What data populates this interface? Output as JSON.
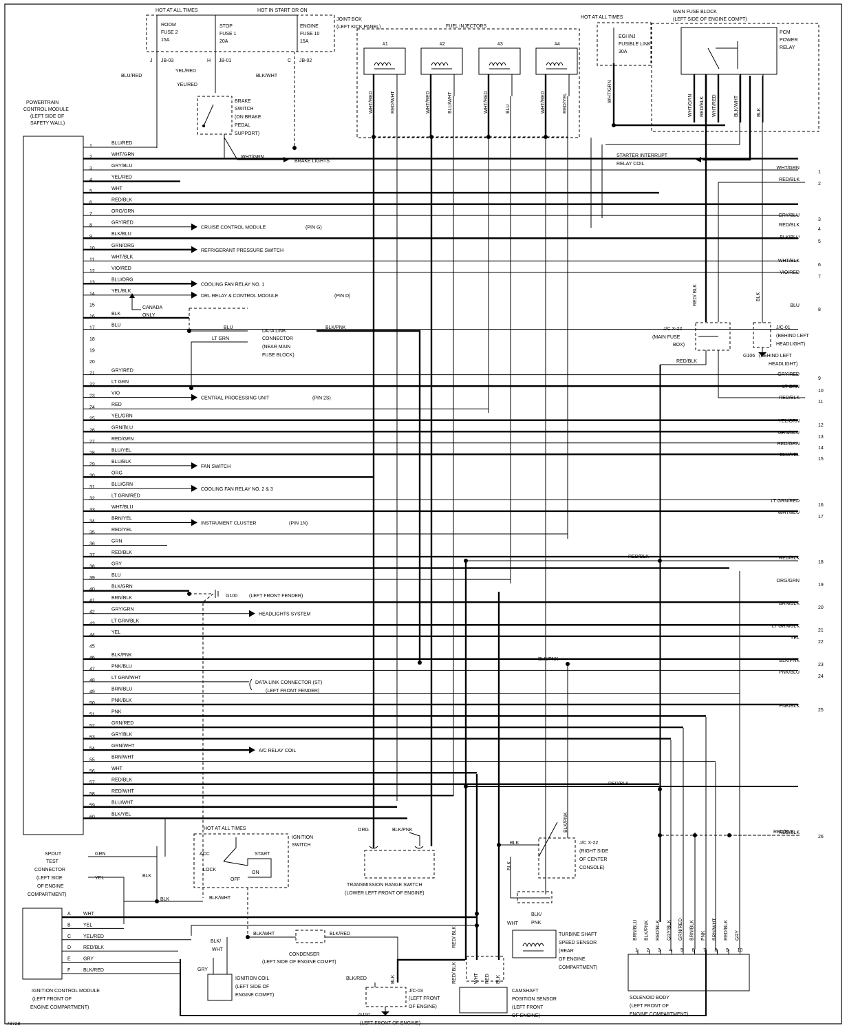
{
  "figure_id": "73728",
  "pcm": {
    "title": [
      "POWERTRAIN",
      "CONTROL MODULE",
      "(LEFT SIDE OF",
      "SAFETY WALL)"
    ]
  },
  "pins": [
    {
      "n": "1",
      "c": "BLU/RED"
    },
    {
      "n": "2",
      "c": "WHT/GRN"
    },
    {
      "n": "3",
      "c": "GRY/BLU"
    },
    {
      "n": "4",
      "c": "YEL/RED"
    },
    {
      "n": "5",
      "c": "WHT"
    },
    {
      "n": "6",
      "c": "RED/BLK"
    },
    {
      "n": "7",
      "c": "ORG/GRN"
    },
    {
      "n": "8",
      "c": "GRY/RED"
    },
    {
      "n": "9",
      "c": "BLK/BLU"
    },
    {
      "n": "10",
      "c": "GRN/ORG"
    },
    {
      "n": "11",
      "c": "WHT/BLK"
    },
    {
      "n": "12",
      "c": "VIO/RED"
    },
    {
      "n": "13",
      "c": "BLU/ORG"
    },
    {
      "n": "14",
      "c": "YEL/BLK"
    },
    {
      "n": "15",
      "c": ""
    },
    {
      "n": "16",
      "c": "BLK"
    },
    {
      "n": "17",
      "c": "BLU"
    },
    {
      "n": "18",
      "c": ""
    },
    {
      "n": "19",
      "c": ""
    },
    {
      "n": "20",
      "c": ""
    },
    {
      "n": "21",
      "c": "GRY/RED"
    },
    {
      "n": "22",
      "c": "LT GRN"
    },
    {
      "n": "23",
      "c": "VIO"
    },
    {
      "n": "24",
      "c": "RED"
    },
    {
      "n": "25",
      "c": "YEL/GRN"
    },
    {
      "n": "26",
      "c": "GRN/BLU"
    },
    {
      "n": "27",
      "c": "RED/GRN"
    },
    {
      "n": "28",
      "c": "BLU/YEL"
    },
    {
      "n": "29",
      "c": "BLU/BLK"
    },
    {
      "n": "30",
      "c": "ORG"
    },
    {
      "n": "31",
      "c": "BLU/GRN"
    },
    {
      "n": "32",
      "c": "LT GRN/RED"
    },
    {
      "n": "33",
      "c": "WHT/BLU"
    },
    {
      "n": "34",
      "c": "BRN/YEL"
    },
    {
      "n": "35",
      "c": "RED/YEL"
    },
    {
      "n": "36",
      "c": "GRN"
    },
    {
      "n": "37",
      "c": "RED/BLK"
    },
    {
      "n": "38",
      "c": "GRY"
    },
    {
      "n": "39",
      "c": "BLU"
    },
    {
      "n": "40",
      "c": "BLK/GRN"
    },
    {
      "n": "41",
      "c": "BRN/BLK"
    },
    {
      "n": "42",
      "c": "GRY/GRN"
    },
    {
      "n": "43",
      "c": "LT GRN/BLK"
    },
    {
      "n": "44",
      "c": "YEL"
    },
    {
      "n": "45",
      "c": ""
    },
    {
      "n": "46",
      "c": "BLK/PNK"
    },
    {
      "n": "47",
      "c": "PNK/BLU"
    },
    {
      "n": "48",
      "c": "LT GRN/WHT"
    },
    {
      "n": "49",
      "c": "BRN/BLU"
    },
    {
      "n": "50",
      "c": "PNK/BLK"
    },
    {
      "n": "51",
      "c": "PNK"
    },
    {
      "n": "52",
      "c": "GRN/RED"
    },
    {
      "n": "53",
      "c": "GRY/BLK"
    },
    {
      "n": "54",
      "c": "GRN/WHT"
    },
    {
      "n": "55",
      "c": "BRN/WHT"
    },
    {
      "n": "56",
      "c": "WHT"
    },
    {
      "n": "57",
      "c": "RED/BLK"
    },
    {
      "n": "58",
      "c": "RED/WHT"
    },
    {
      "n": "59",
      "c": "BLU/WHT"
    },
    {
      "n": "60",
      "c": "BLK/YEL"
    }
  ],
  "arrow_targets": [
    {
      "pin": "8",
      "label": "CRUISE CONTROL MODULE",
      "pinref": "(PIN G)"
    },
    {
      "pin": "10",
      "label": "REFRIGERANT PRESSURE SWITCH",
      "pinref": ""
    },
    {
      "pin": "13",
      "label": "COOLING FAN RELAY NO. 1",
      "pinref": ""
    },
    {
      "pin": "14",
      "label": "DRL RELAY & CONTROL MODULE",
      "pinref": "(PIN D)"
    },
    {
      "pin": "23",
      "label": "CENTRAL PROCESSING UNIT",
      "pinref": "(PIN 2S)"
    },
    {
      "pin": "29",
      "label": "FAN SWITCH",
      "pinref": ""
    },
    {
      "pin": "31",
      "label": "COOLING FAN RELAY NO. 2 & 3",
      "pinref": ""
    },
    {
      "pin": "34",
      "label": "INSTRUMENT CLUSTER",
      "pinref": "(PIN 1N)"
    },
    {
      "pin": "42",
      "label": "HEADLIGHTS SYSTEM",
      "pinref": ""
    },
    {
      "pin": "54",
      "label": "A/C RELAY COIL",
      "pinref": ""
    }
  ],
  "canada_only": "CANADA ONLY",
  "right_connector": [
    {
      "n": "1",
      "c": "WHT/GRN"
    },
    {
      "n": "2",
      "c": "RED/BLK"
    },
    {
      "n": "3",
      "c": "GRY/BLU"
    },
    {
      "n": "4",
      "c": "RED/BLK"
    },
    {
      "n": "5",
      "c": "BLK/BLU"
    },
    {
      "n": "6",
      "c": "WHT/BLK"
    },
    {
      "n": "7",
      "c": "VIO/RED"
    },
    {
      "n": "8",
      "c": "BLU"
    },
    {
      "n": "9",
      "c": "GRY/RED"
    },
    {
      "n": "10",
      "c": "LT GRN"
    },
    {
      "n": "11",
      "c": "RED/BLK"
    },
    {
      "n": "12",
      "c": "YEL/GRN"
    },
    {
      "n": "13",
      "c": "GRN/BLU"
    },
    {
      "n": "14",
      "c": "RED/GRN"
    },
    {
      "n": "15",
      "c": "BLU/YEL"
    },
    {
      "n": "16",
      "c": "LT GRN/RED"
    },
    {
      "n": "17",
      "c": "WHT/BLU"
    },
    {
      "n": "18",
      "c": "RED/BLK"
    },
    {
      "n": "19",
      "c": "ORG/GRN"
    },
    {
      "n": "20",
      "c": "BRN/BLK"
    },
    {
      "n": "21",
      "c": "LT GRN/BLK"
    },
    {
      "n": "22",
      "c": "YEL"
    },
    {
      "n": "23",
      "c": "BLK/PNK"
    },
    {
      "n": "24",
      "c": "PNK/BLU"
    },
    {
      "n": "25",
      "c": "PNK/BLK"
    },
    {
      "n": "26",
      "c": "RED/BLK"
    }
  ],
  "joint_box": {
    "hot_all": "HOT AT ALL TIMES",
    "hot_start": "HOT IN START OR ON",
    "title": [
      "JOINT BOX",
      "(LEFT KICK PANEL)"
    ],
    "fuses": [
      {
        "name": [
          "ROOM",
          "FUSE 2",
          "15A"
        ],
        "pin": "J",
        "jb": "JB-03",
        "wire": "BLU/RED"
      },
      {
        "name": [
          "STOP",
          "FUSE 1",
          "20A"
        ],
        "pin": "H",
        "jb": "JB-01",
        "wire": "YEL/RED"
      },
      {
        "name": [
          "ENGINE",
          "FUSE 10",
          "15A"
        ],
        "pin": "C",
        "jb": "JB-02",
        "wire": "BLK/WHT"
      }
    ]
  },
  "brake": {
    "wire_in": "YEL/RED",
    "label": [
      "BRAKE",
      "SWITCH",
      "(ON BRAKE",
      "PEDAL",
      "SUPPORT)"
    ],
    "wire_out": "WHT/GRN",
    "lights": "BRAKE LIGHTS"
  },
  "injectors": {
    "title": "FUEL INJECTORS",
    "items": [
      {
        "name": "#1",
        "w1": "WHT/RED",
        "w2": "RED/WHT"
      },
      {
        "name": "#2",
        "w1": "WHT/RED",
        "w2": "BLU/WHT"
      },
      {
        "name": "#3",
        "w1": "WHT/RED",
        "w2": "BLU"
      },
      {
        "name": "#4",
        "w1": "WHT/RED",
        "w2": "RED/YEL"
      }
    ]
  },
  "fusible": {
    "hot": "HOT AT ALL TIMES",
    "label": [
      "EGI INJ",
      "FUSIBLE LINK",
      "30A"
    ],
    "wire": "WHT/GRN"
  },
  "main_fuse": {
    "title": [
      "MAIN FUSE BLOCK",
      "(LEFT SIDE OF ENGINE COMPT)"
    ],
    "relay": [
      "PCM",
      "POWER",
      "RELAY"
    ],
    "wires": [
      "WHT/GRN",
      "RED/BLK",
      "WHT/RED",
      "BLK/WHT",
      "BLK"
    ]
  },
  "starter": [
    "STARTER INTERRUPT",
    "RELAY COIL"
  ],
  "dlc": {
    "wire1": "BLU",
    "wire2": "LT GRN",
    "label": [
      "DATA LINK",
      "CONNECTOR",
      "(NEAR MAIN",
      "FUSE BLOCK)"
    ],
    "out": "BLK/PNK"
  },
  "jc_x22_main": {
    "label": [
      "J/C X-22",
      "(MAIN FUSE",
      "BOX)"
    ],
    "wire_top": "RED/ BLK",
    "wire_out": "RED/BLK"
  },
  "jc_01": {
    "label": [
      "J/C-01",
      "(BEHIND LEFT",
      "HEADLIGHT)"
    ],
    "wire": "BLK",
    "ground": "G106",
    "ground_label": [
      "(BEHIND LEFT",
      "HEADLIGHT)"
    ]
  },
  "g100": {
    "name": "G100",
    "label": "(LEFT FRONT FENDER)"
  },
  "dlc_st": {
    "label": [
      "DATA LINK CONNECTOR (ST)",
      "(LEFT FRONT FENDER)"
    ]
  },
  "mid_labels": {
    "redblk37": "RED/BLK",
    "blkpnk46": "BLK/PNK",
    "redblk57": "RED/BLK",
    "redblk26": "RED/BLK"
  },
  "spout": {
    "label": [
      "SPOUT",
      "TEST",
      "CONNECTOR",
      "(LEFT SIDE",
      "OF ENGINE",
      "COMPARTMENT)"
    ],
    "w1": "GRN",
    "w2": "YEL",
    "blk": "BLK",
    "blk2": "BLK"
  },
  "icm": {
    "pins": [
      {
        "p": "A",
        "c": "WHT"
      },
      {
        "p": "B",
        "c": "YEL"
      },
      {
        "p": "C",
        "c": "YEL/RED"
      },
      {
        "p": "D",
        "c": "RED/BLK"
      },
      {
        "p": "E",
        "c": "GRY"
      },
      {
        "p": "F",
        "c": "BLK/RED"
      }
    ],
    "label": [
      "IGNITION CONTROL MODULE",
      "(LEFT FRONT OF",
      "ENGINE COMPARTMENT)"
    ]
  },
  "ign_switch": {
    "hot": "HOT AT ALL TIMES",
    "label": [
      "IGNITION",
      "SWITCH"
    ],
    "acc": "ACC",
    "lock": "LOCK",
    "off": "OFF",
    "on": "ON",
    "start": "START",
    "wire": "BLK/WHT"
  },
  "ign_coil": {
    "w1": [
      "BLK/",
      "WHT"
    ],
    "w2": "GRY",
    "label": [
      "IGNITION COIL",
      "(LEFT SIDE OF",
      "ENGINE COMPT)"
    ],
    "wbw": "BLK/WHT"
  },
  "condenser": {
    "label": [
      "CONDENSER",
      "(LEFT SIDE OF ENGINE COMPT)"
    ],
    "wire": "BLK/RED"
  },
  "trs": {
    "w1": "ORG",
    "w2": "BLK/PNK",
    "label": [
      "TRANSMISSION RANGE SWITCH",
      "(LOWER LEFT FRONT OF ENGINE)"
    ]
  },
  "jc_03": {
    "w1": "BLK/RED",
    "w2": "BLK",
    "label": [
      "J/C-03",
      "(LEFT FRONT",
      "OF ENGINE)"
    ],
    "ground": "G110",
    "ground_label": "(LEFT FRONT OF ENGINE)"
  },
  "cmp": {
    "wires": [
      "RED/ BLK",
      "RED/ BLK",
      "WHT",
      "RED",
      "BLK"
    ],
    "label": [
      "CAMSHAFT",
      "POSITION SENSOR",
      "(LEFT FRONT",
      "OF ENGINE)"
    ]
  },
  "jc_x22_console": {
    "label": [
      "J/C X-22",
      "(RIGHT SIDE",
      "OF CENTER",
      "CONSOLE)"
    ],
    "w_blk": "BLK",
    "w_blkpnk": "BLK/PNK",
    "w_blk2": "BLK"
  },
  "tss": {
    "w1": "WHT",
    "w2": [
      "BLK/",
      "PNK"
    ],
    "label": [
      "TURBINE SHAFT",
      "SPEED SENSOR",
      "(REAR",
      "OF ENGINE",
      "COMPARTMENT)"
    ]
  },
  "solenoid": {
    "wires": [
      "BRN/BLU",
      "BLK/PNK",
      "RED/BLK",
      "GRY/BLK",
      "GRN/RED",
      "BRN/BLK",
      "PNK",
      "BRN/WHT",
      "RED/BLK",
      "GRY"
    ],
    "nums": [
      "1",
      "2",
      "3",
      "4",
      "5",
      "6",
      "7",
      "8",
      "9",
      "10"
    ],
    "label": [
      "SOLENOID BODY",
      "(LEFT FRONT OF",
      "ENGINE COMPARTMENT)"
    ]
  }
}
